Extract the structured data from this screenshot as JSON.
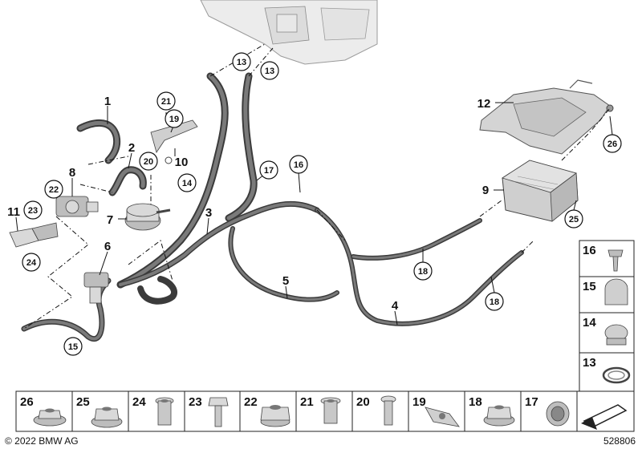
{
  "callouts": {
    "c1": "1",
    "c2": "2",
    "c3": "3",
    "c4": "4",
    "c5": "5",
    "c6": "6",
    "c7": "7",
    "c8": "8",
    "c9": "9",
    "c10": "10",
    "c11": "11",
    "c12": "12",
    "c13a": "13",
    "c13b": "13",
    "c14": "14",
    "c15": "15",
    "c16": "16",
    "c17": "17",
    "c18a": "18",
    "c18b": "18",
    "c19": "19",
    "c20": "20",
    "c21": "21",
    "c22": "22",
    "c23": "23",
    "c24": "24",
    "c25": "25",
    "c26": "26"
  },
  "side_panel": [
    "16",
    "15",
    "14",
    "13"
  ],
  "bottom_strip": [
    "26",
    "25",
    "24",
    "23",
    "22",
    "21",
    "20",
    "19",
    "18",
    "17"
  ],
  "footer": {
    "copyright": "© 2022 BMW AG",
    "diagram_number": "528806"
  }
}
